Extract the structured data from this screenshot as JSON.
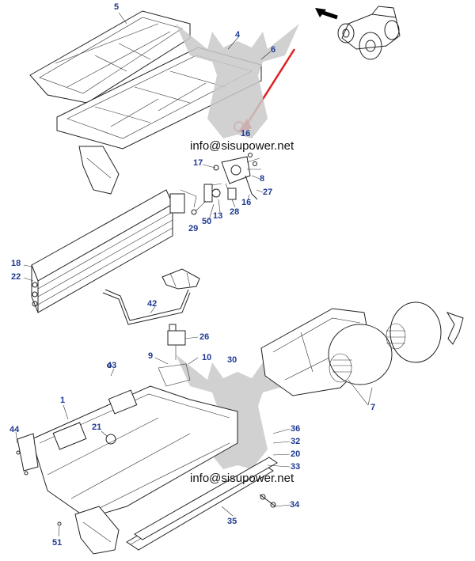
{
  "watermark": {
    "email_top": "info@sisupower.net",
    "email_bottom": "info@sisupower.net"
  },
  "callouts": [
    "5",
    "4",
    "6",
    "16",
    "17",
    "8",
    "27",
    "13",
    "28",
    "16",
    "29",
    "50",
    "18",
    "22",
    "42",
    "26",
    "9",
    "10",
    "30",
    "43",
    "7",
    "1",
    "21",
    "36",
    "32",
    "20",
    "33",
    "44",
    "34",
    "35",
    "51"
  ],
  "colors": {
    "callout": "#1f3a93",
    "arrow_red": "#e02020",
    "watermark_gray": "#c9c9c9"
  }
}
